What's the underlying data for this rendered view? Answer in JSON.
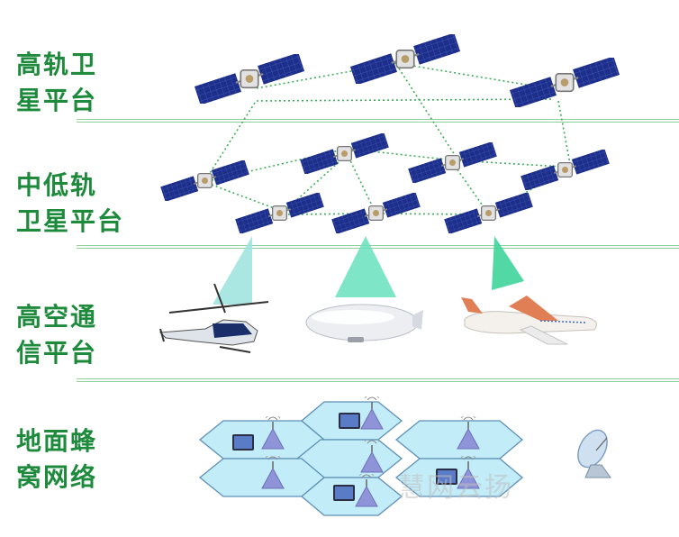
{
  "layers": [
    {
      "line1": "高轨卫",
      "line2": "星平台"
    },
    {
      "line1": "中低轨",
      "line2": "卫星平台"
    },
    {
      "line1": "高空通",
      "line2": "信平台"
    },
    {
      "line1": "地面蜂",
      "line2": "窝网络"
    }
  ],
  "watermark": "慧网云扬",
  "colors": {
    "label": "#1e8a3c",
    "link_line": "#3fae5a",
    "solar_panel": "#1d2f8a",
    "cell_fill": "#bfeaf6",
    "cell_stroke": "#6a8fb5",
    "beam_1": "#8fe3d8",
    "beam_2": "#5fe0b8",
    "beam_3": "#3fd49a"
  },
  "icons": {
    "satellite": "satellite-icon",
    "helicopter": "helicopter-icon",
    "airship": "airship-icon",
    "airplane": "airplane-icon",
    "base_station": "cell-tower-icon",
    "phone": "mobile-phone-icon",
    "dish": "satellite-dish-icon"
  }
}
